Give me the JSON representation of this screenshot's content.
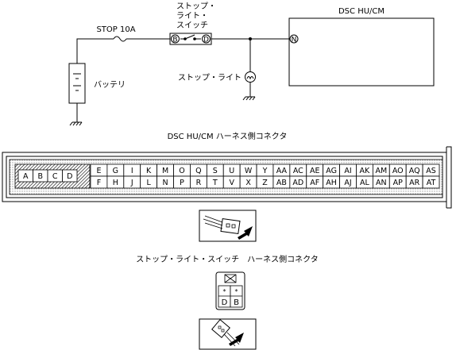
{
  "circuit": {
    "fuse_label": "STOP 10A",
    "switch_label": [
      "ストップ・",
      "ライト・",
      "スイッチ"
    ],
    "battery_label": "バッテリ",
    "stop_light_label": "ストップ・ライト",
    "module_label": "DSC HU/CM",
    "pin_b": "B",
    "pin_d": "D",
    "pin_n": "N"
  },
  "connector1": {
    "title": "DSC HU/CM ハーネス側コネクタ",
    "left_pins": [
      "A",
      "B",
      "C",
      "D"
    ],
    "top_pins": [
      "E",
      "G",
      "I",
      "K",
      "M",
      "O",
      "Q",
      "S",
      "U",
      "W",
      "Y",
      "AA",
      "AC",
      "AE",
      "AG",
      "AI",
      "AK",
      "AM",
      "AO",
      "AQ",
      "AS"
    ],
    "bottom_pins": [
      "F",
      "H",
      "J",
      "L",
      "N",
      "P",
      "R",
      "T",
      "V",
      "X",
      "Z",
      "AB",
      "AD",
      "AF",
      "AH",
      "AJ",
      "AL",
      "AN",
      "AP",
      "AR",
      "AT"
    ]
  },
  "connector2": {
    "title": "ストップ・ライト・スイッチ　ハーネス側コネクタ",
    "star": "*",
    "pins": [
      "D",
      "B"
    ]
  }
}
